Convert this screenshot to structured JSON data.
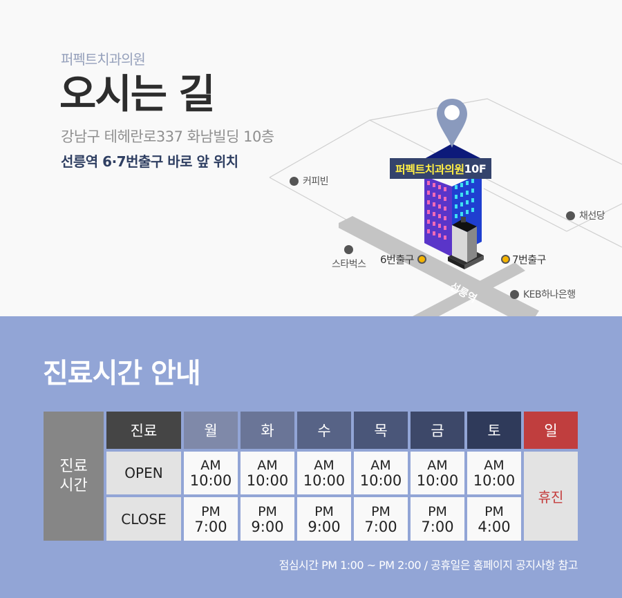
{
  "header": {
    "clinic_name": "퍼펙트치과의원",
    "title": "오시는 길",
    "address": "강남구 테헤란로337 화남빌딩 10층",
    "station_note": "선릉역 6·7번출구 바로 앞 위치"
  },
  "map": {
    "building_label_name": "퍼펙트치과의원",
    "building_label_floor": "10F",
    "road_label": "선릉역",
    "pois": [
      {
        "label": "커피빈",
        "type": "landmark"
      },
      {
        "label": "스타벅스",
        "type": "landmark"
      },
      {
        "label": "6번출구",
        "type": "exit"
      },
      {
        "label": "7번출구",
        "type": "exit"
      },
      {
        "label": "채선당",
        "type": "landmark"
      },
      {
        "label": "KEB하나은행",
        "type": "landmark"
      }
    ],
    "colors": {
      "pin": "#8a9abd",
      "road": "#c4c4c4",
      "exit_dot": "#f5b400",
      "landmark_dot": "#555555",
      "label_bg": "#34436c",
      "label_text": "#ffee45"
    }
  },
  "hours": {
    "title": "진료시간 안내",
    "side_label_line1": "진료",
    "side_label_line2": "시간",
    "corner_header": "진료",
    "days": [
      {
        "label": "월",
        "color": "#7f89a9",
        "open_ampm": "AM",
        "open_time": "10:00",
        "close_ampm": "PM",
        "close_time": "7:00"
      },
      {
        "label": "화",
        "color": "#6a7597",
        "open_ampm": "AM",
        "open_time": "10:00",
        "close_ampm": "PM",
        "close_time": "9:00"
      },
      {
        "label": "수",
        "color": "#576386",
        "open_ampm": "AM",
        "open_time": "10:00",
        "close_ampm": "PM",
        "close_time": "9:00"
      },
      {
        "label": "목",
        "color": "#4a5679",
        "open_ampm": "AM",
        "open_time": "10:00",
        "close_ampm": "PM",
        "close_time": "7:00"
      },
      {
        "label": "금",
        "color": "#3d4869",
        "open_ampm": "AM",
        "open_time": "10:00",
        "close_ampm": "PM",
        "close_time": "7:00"
      },
      {
        "label": "토",
        "color": "#2f3a5a",
        "open_ampm": "AM",
        "open_time": "10:00",
        "close_ampm": "PM",
        "close_time": "4:00"
      }
    ],
    "sunday": {
      "label": "일",
      "color": "#c03e3e",
      "status": "휴진"
    },
    "row_open_label": "OPEN",
    "row_close_label": "CLOSE",
    "footnote": "점심시간  PM 1:00 ~ PM 2:00 / 공휴일은 홈페이지 공지사항 참고"
  }
}
